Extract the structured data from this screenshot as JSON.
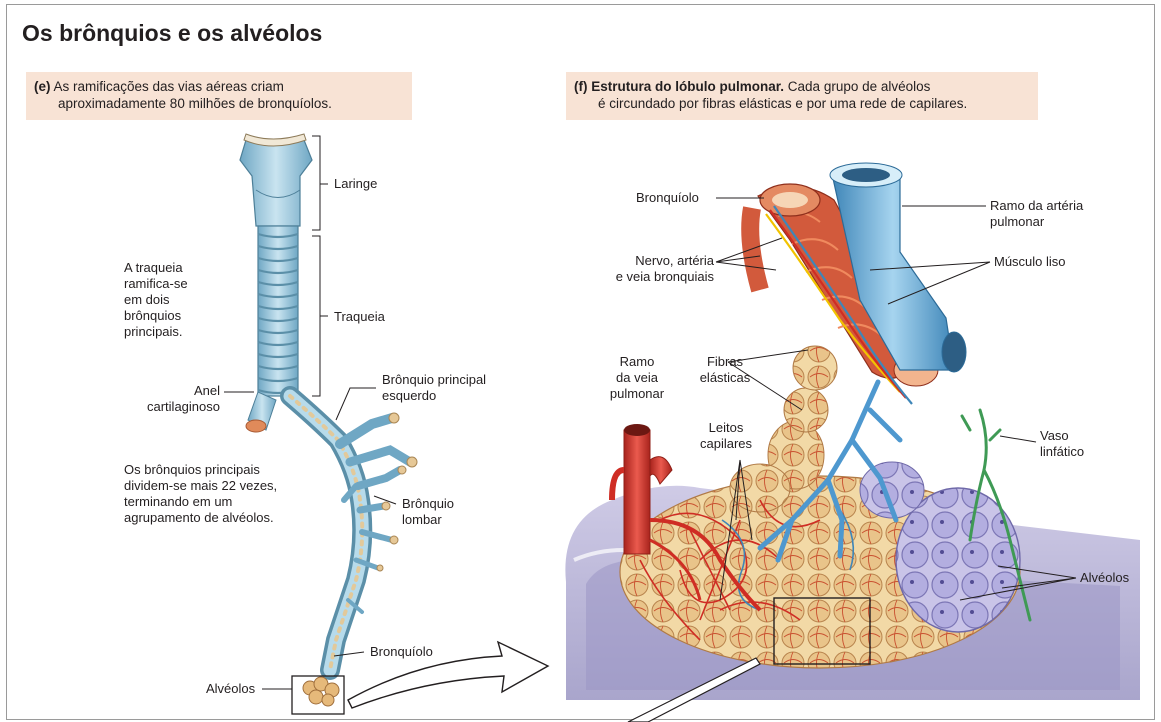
{
  "title": "Os brônquios e os alvéolos",
  "panel_e": {
    "tag": "(e)",
    "caption_line1": "As ramificações das vias aéreas criam",
    "caption_line2": "aproximadamente 80 milhões de bronquíolos.",
    "labels": {
      "laringe": "Laringe",
      "traqueia": "Traqueia",
      "traqueia_note": [
        "A traqueia",
        "ramifica-se",
        "em dois",
        "brônquios",
        "principais."
      ],
      "anel": [
        "Anel",
        "cartilaginoso"
      ],
      "bronquio_principal": [
        "Brônquio principal",
        "esquerdo"
      ],
      "divisao_note": [
        "Os brônquios principais",
        "dividem-se mais 22 vezes,",
        "terminando em um",
        "agrupamento de alvéolos."
      ],
      "bronquio_lombar": [
        "Brônquio",
        "lombar"
      ],
      "bronquiolo": "Bronquíolo",
      "alveolos": "Alvéolos"
    }
  },
  "panel_f": {
    "tag": "(f)",
    "caption_bold": "Estrutura do lóbulo pulmonar.",
    "caption_rest": "Cada grupo de alvéolos",
    "caption_line2": "é circundado por fibras elásticas e por uma rede de capilares.",
    "labels": {
      "bronquiolo": "Bronquíolo",
      "ramo_arteria": [
        "Ramo da artéria",
        "pulmonar"
      ],
      "nervo": [
        "Nervo, artéria",
        "e veia bronquiais"
      ],
      "musculo": "Músculo liso",
      "ramo_veia": [
        "Ramo",
        "da veia",
        "pulmonar"
      ],
      "fibras": [
        "Fibras",
        "elásticas"
      ],
      "leitos": [
        "Leitos",
        "capilares"
      ],
      "vaso": [
        "Vaso",
        "linfático"
      ],
      "alveolos": "Alvéolos"
    }
  },
  "colors": {
    "banner": "#f8e3d5",
    "trachea": "#9ccbe0",
    "trachea_ring": "#5b8fa8",
    "artery_red": "#d2372c",
    "vein_blue": "#5aa3d6",
    "alveolus": "#e8c28a",
    "lymph_green": "#3f9a55",
    "lilac": "#b9b4dd"
  }
}
